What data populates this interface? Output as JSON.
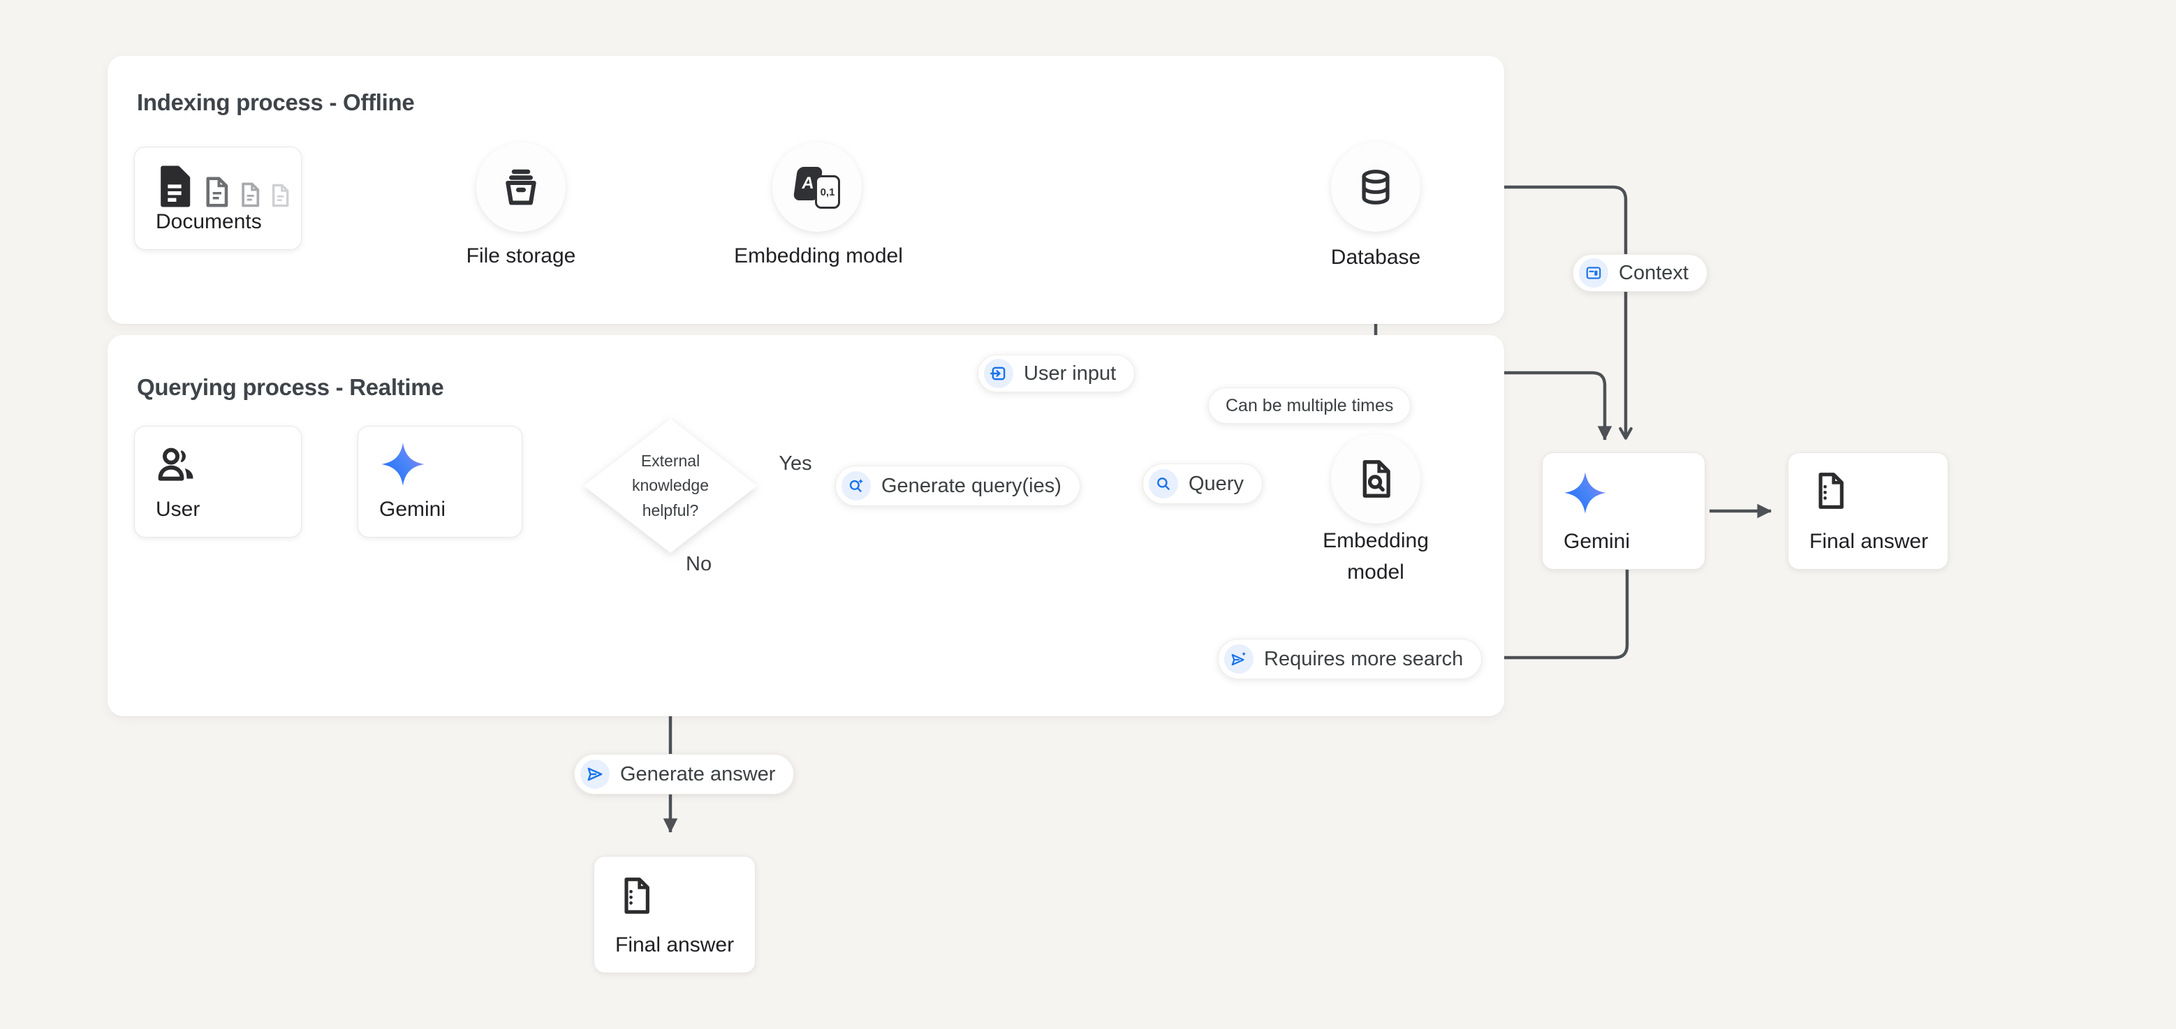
{
  "colors": {
    "background": "#f6f4f1",
    "accent_blue": "#1a73e8",
    "icon_chip_bg": "#e8f0fe",
    "loop_border_blue": "#2e7de9",
    "loop_fill_blue": "#f3f8fe",
    "line_gray": "#4d5156"
  },
  "panels": {
    "indexing": {
      "title": "Indexing process - Offline",
      "nodes": {
        "documents": {
          "label": "Documents"
        },
        "file_storage": {
          "label": "File storage"
        },
        "embedding_model": {
          "label": "Embedding model",
          "icon_text_a": "A",
          "icon_text_01": "0,1"
        },
        "database": {
          "label": "Database"
        }
      }
    },
    "querying": {
      "title": "Querying process - Realtime",
      "nodes": {
        "user": {
          "label": "User"
        },
        "gemini": {
          "label": "Gemini"
        },
        "decision": {
          "label": "External knowledge helpful?"
        },
        "generate_queries": {
          "label": "Generate query(ies)"
        },
        "query": {
          "label": "Query"
        },
        "query_embedding_model": {
          "label": "Embedding model"
        },
        "generate_answer": {
          "label": "Generate answer"
        },
        "final_answer": {
          "label": "Final answer"
        }
      },
      "edge_labels": {
        "yes": "Yes",
        "no": "No",
        "can_be_multiple_times": "Can be multiple times",
        "user_input": "User input",
        "requires_more_search": "Requires more search"
      }
    },
    "outside": {
      "context_label": "Context",
      "gemini": {
        "label": "Gemini"
      },
      "final_answer": {
        "label": "Final answer"
      }
    }
  }
}
